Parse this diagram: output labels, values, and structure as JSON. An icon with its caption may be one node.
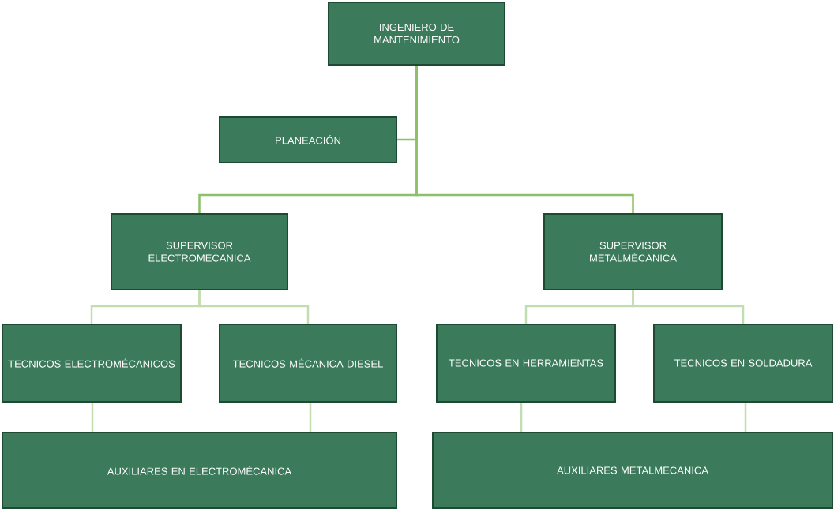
{
  "diagram": {
    "nodes": [
      {
        "text": [
          "INGENIERO DE MANTENIMIENTO"
        ]
      },
      {
        "text": [
          "PLANEACIÓN"
        ]
      },
      {
        "text": [
          "SUPERVISOR ELECTROMECANICA"
        ]
      },
      {
        "text": [
          "SUPERVISOR METALMÉCANICA"
        ]
      },
      {
        "text": [
          "TECNICOS ELECTROMÉCANICOS"
        ]
      },
      {
        "text": [
          "TECNICOS MÉCANICA DIESEL"
        ]
      },
      {
        "text": [
          "TECNICOS EN HERRAMIENTAS"
        ]
      },
      {
        "text": [
          "TECNICOS EN SOLDADURA"
        ]
      },
      {
        "text": [
          "AUXILIARES EN ELECTROMÉCANICA"
        ]
      },
      {
        "text": [
          "AUXILIARES METALMECANICA"
        ]
      }
    ],
    "edges": [
      {
        "from": 0,
        "to": 1,
        "arrow": "none"
      },
      {
        "from": 0,
        "to": 2,
        "arrow": "none"
      },
      {
        "from": 0,
        "to": 3,
        "arrow": "none"
      },
      {
        "from": 2,
        "to": 4,
        "arrow": "none"
      },
      {
        "from": 2,
        "to": 5,
        "arrow": "none"
      },
      {
        "from": 3,
        "to": 6,
        "arrow": "none"
      },
      {
        "from": 3,
        "to": 7,
        "arrow": "none"
      },
      {
        "from": 4,
        "to": 8,
        "arrow": "none"
      },
      {
        "from": 5,
        "to": 8,
        "arrow": "none"
      },
      {
        "from": 6,
        "to": 9,
        "arrow": "none"
      },
      {
        "from": 7,
        "to": 9,
        "arrow": "none"
      }
    ]
  }
}
